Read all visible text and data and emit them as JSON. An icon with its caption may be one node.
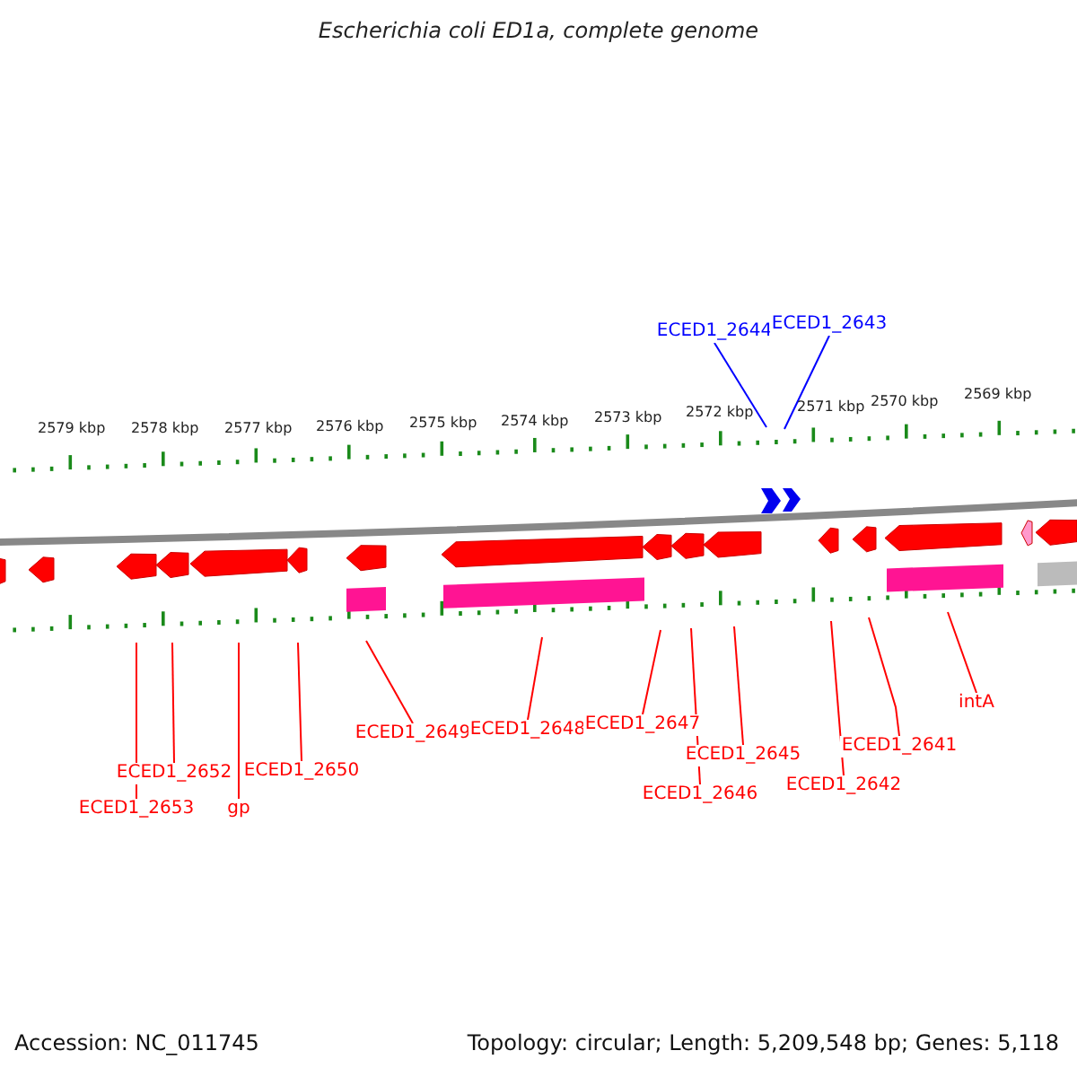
{
  "diagram": {
    "title": "Escherichia coli ED1a, complete genome",
    "nodes": [
      {
        "text": [
          "ECED1_2644"
        ]
      },
      {
        "text": [
          "ECED1_2643"
        ]
      },
      {
        "text": [
          "ECED1_2653"
        ]
      },
      {
        "text": [
          "ECED1_2652"
        ]
      },
      {
        "text": [
          "gp"
        ]
      },
      {
        "text": [
          "ECED1_2650"
        ]
      },
      {
        "text": [
          "ECED1_2649"
        ]
      },
      {
        "text": [
          "ECED1_2648"
        ]
      },
      {
        "text": [
          "ECED1_2647"
        ]
      },
      {
        "text": [
          "ECED1_2646"
        ]
      },
      {
        "text": [
          "ECED1_2645"
        ]
      },
      {
        "text": [
          "ECED1_2642"
        ]
      },
      {
        "text": [
          "ECED1_2641"
        ]
      },
      {
        "text": [
          "intA"
        ]
      }
    ],
    "edges": [
      {
        "from": 0,
        "to": null,
        "arrow": "none",
        "color": "#0000ff"
      },
      {
        "from": 1,
        "to": null,
        "arrow": "none",
        "color": "#0000ff"
      },
      {
        "from": 2,
        "to": null,
        "arrow": "none"
      },
      {
        "from": 3,
        "to": null,
        "arrow": "none"
      },
      {
        "from": 4,
        "to": null,
        "arrow": "none"
      },
      {
        "from": 5,
        "to": null,
        "arrow": "none"
      },
      {
        "from": 6,
        "to": null,
        "arrow": "none"
      },
      {
        "from": 7,
        "to": null,
        "arrow": "none"
      },
      {
        "from": 8,
        "to": null,
        "arrow": "none"
      },
      {
        "from": 9,
        "to": null,
        "arrow": "none"
      },
      {
        "from": 10,
        "to": null,
        "arrow": "none"
      },
      {
        "from": 11,
        "to": null,
        "arrow": "none"
      },
      {
        "from": 12,
        "to": null,
        "arrow": "none"
      },
      {
        "from": 13,
        "to": null,
        "arrow": "none"
      }
    ],
    "labels": [
      "2579 kbp",
      "2578 kbp",
      "2577 kbp",
      "2576 kbp",
      "2575 kbp",
      "2574 kbp",
      "2573 kbp",
      "2572 kbp",
      "2571 kbp",
      "2570 kbp",
      "2569 kbp",
      "Accession: NC_011745",
      "Topology: circular; Length: 5,209,548 bp; Genes: 5,118"
    ]
  }
}
